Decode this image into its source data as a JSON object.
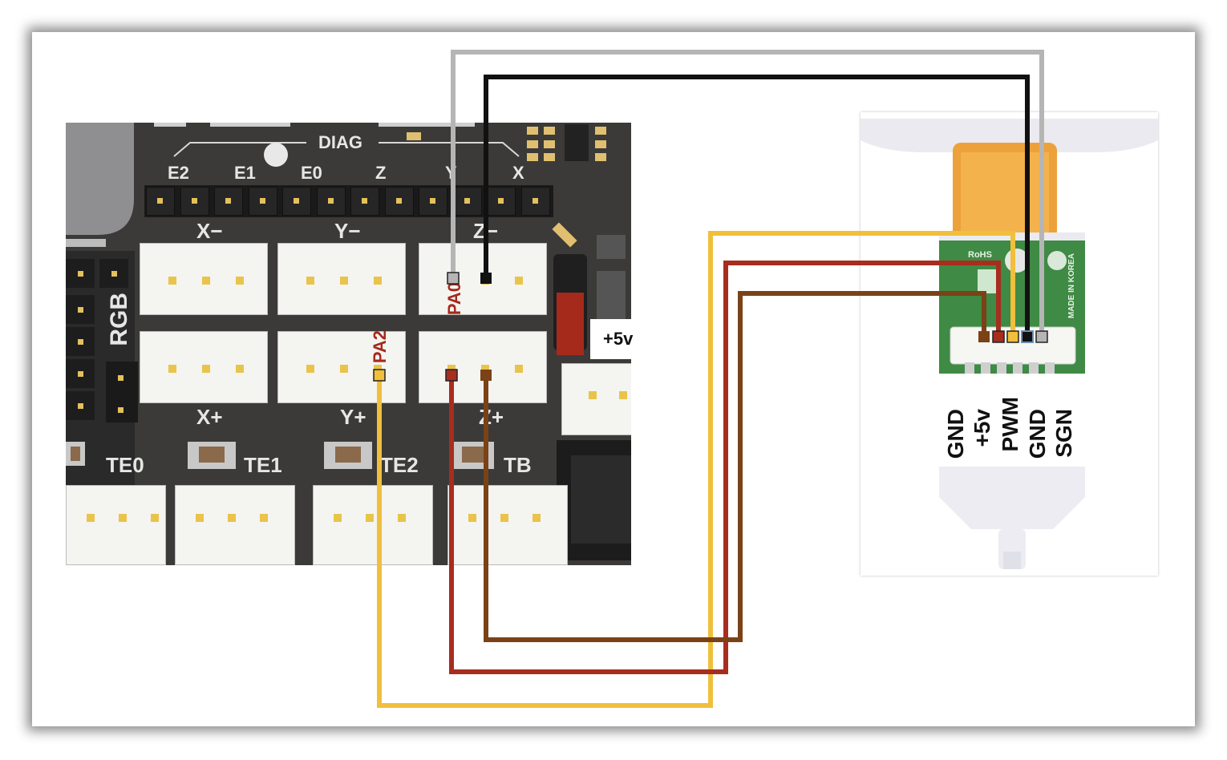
{
  "board": {
    "diag_label": "DIAG",
    "diag_pins": [
      "E2",
      "E1",
      "E0",
      "Z",
      "Y",
      "X"
    ],
    "endstop_top": [
      "X−",
      "Y−",
      "Z−"
    ],
    "endstop_bottom": [
      "X+",
      "Y+",
      "Z+"
    ],
    "rgb_label": "RGB",
    "thermistors": [
      "TE0",
      "TE1",
      "TE2",
      "TB"
    ],
    "power_label": "+5v"
  },
  "signals": {
    "pa0": "PA0",
    "pa2": "PA2"
  },
  "sensor": {
    "pins": [
      "GND",
      "+5v",
      "PWM",
      "GND",
      "SGN"
    ],
    "pcb_text": {
      "rohs": "RoHS",
      "made_in": "MADE IN KOREA"
    }
  },
  "wire_colors": {
    "gray": "#b5b5b5",
    "black": "#111111",
    "yellow": "#f0bf3c",
    "red": "#a72d1f",
    "brown": "#7a4216"
  }
}
